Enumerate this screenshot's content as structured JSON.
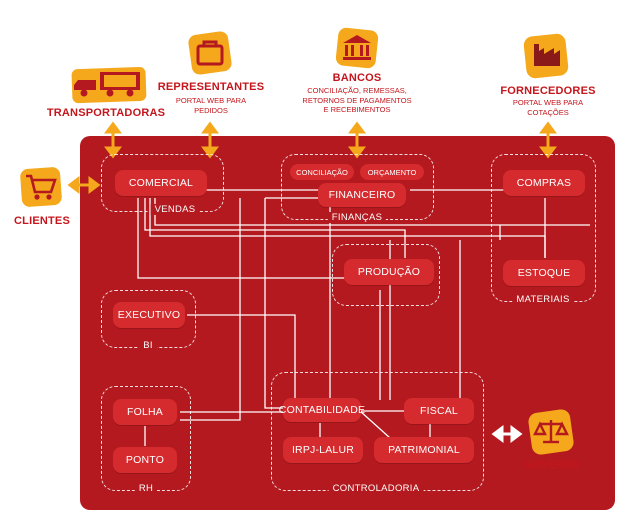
{
  "external": {
    "transportadoras": {
      "title": "TRANSPORTADORAS",
      "icon": "truck-icon"
    },
    "representantes": {
      "title": "REPRESENTANTES",
      "subtitle": "PORTAL WEB PARA\nPEDIDOS",
      "icon": "briefcase-icon"
    },
    "bancos": {
      "title": "BANCOS",
      "subtitle": "CONCILIAÇÃO, REMESSAS,\nRETORNOS DE PAGAMENTOS\nE RECEBIMENTOS",
      "icon": "bank-icon"
    },
    "fornecedores": {
      "title": "FORNECEDORES",
      "subtitle": "PORTAL WEB PARA\nCOTAÇÕES",
      "icon": "factory-icon"
    },
    "clientes": {
      "title": "CLIENTES",
      "icon": "shopping-cart-icon"
    },
    "governo": {
      "title": "GOVERNO",
      "icon": "scales-icon"
    }
  },
  "groups": {
    "vendas": "VENDAS",
    "financas": "FINANÇAS",
    "materiais": "MATERIAIS",
    "bi": "BI",
    "rh": "RH",
    "controladoria": "CONTROLADORIA"
  },
  "nodes": {
    "comercial": "COMERCIAL",
    "conciliacao": "CONCILIAÇÃO",
    "orcamento": "ORÇAMENTO",
    "financeiro": "FINANCEIRO",
    "compras": "COMPRAS",
    "producao": "PRODUÇÃO",
    "estoque": "ESTOQUE",
    "executivo": "EXECUTIVO",
    "folha": "FOLHA",
    "ponto": "PONTO",
    "contabilidade": "CONTABILIDADE",
    "fiscal": "FISCAL",
    "irpj_lalur": "IRPJ-LALUR",
    "patrimonial": "PATRIMONIAL"
  },
  "colors": {
    "panel": "#b3191e",
    "node": "#d52a2e",
    "accent": "#f5a81c",
    "text_red": "#c4161c"
  }
}
